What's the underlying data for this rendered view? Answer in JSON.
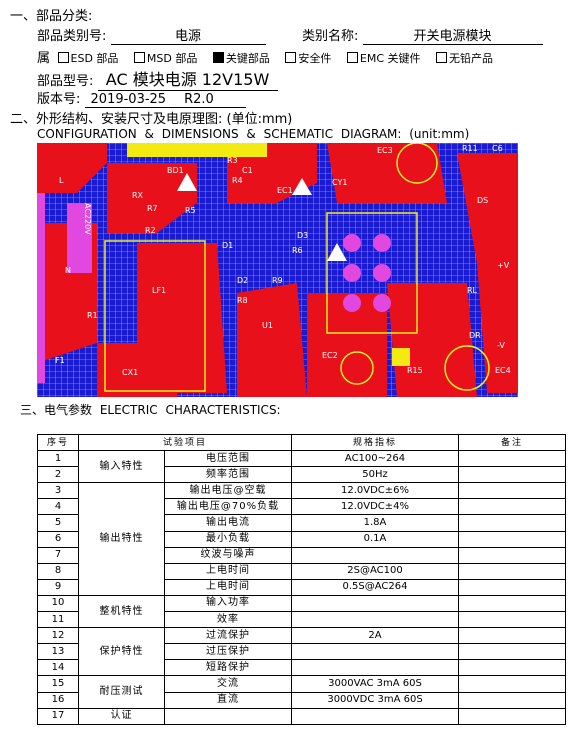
{
  "section1": {
    "title": "一、部品分类:"
  },
  "category": {
    "label": "部品类别号:",
    "value": "电源",
    "name_label": "类别名称:",
    "name_value": "开关电源模块"
  },
  "attributes": {
    "label": "属",
    "items": [
      {
        "text": "ESD 部品",
        "checked": false
      },
      {
        "text": "MSD 部品",
        "checked": false
      },
      {
        "text": "关键部品",
        "checked": true
      },
      {
        "text": "安全件",
        "checked": false
      },
      {
        "text": "EMC 关键件",
        "checked": false
      },
      {
        "text": "无铅产品",
        "checked": false
      }
    ]
  },
  "model": {
    "label": "部品型号:",
    "value": "AC 模块电源 12V15W"
  },
  "version": {
    "label": "版本号:",
    "date": "2019-03-25",
    "rev": "R2.0"
  },
  "section2": {
    "title": "二、外形结构、安装尺寸及电原理图: (单位:mm)",
    "subtitle": "CONFIGURATION & DIMENSIONS & SCHEMATIC DIAGRAM: (unit:mm)"
  },
  "pcb": {
    "labels": [
      "AC220V",
      "L",
      "N",
      "LF1",
      "R1",
      "F1",
      "CX1",
      "BD1",
      "RX",
      "R2",
      "R7",
      "C1",
      "R3",
      "R4",
      "EC1",
      "D1",
      "D2",
      "R9",
      "U1",
      "EC2",
      "R15",
      "CY1",
      "EC3",
      "R11",
      "C6",
      "DS",
      "RL",
      "DR",
      "EC4",
      "+V",
      "-V",
      "D3",
      "R5",
      "R6",
      "R8"
    ]
  },
  "section3": {
    "title": "三、电气参数 ELECTRIC CHARACTERISTICS:"
  },
  "table": {
    "headers": [
      "序号",
      "试验项目",
      "规格指标",
      "备注"
    ],
    "groups": [
      {
        "name": "输入特性",
        "start": 0,
        "span": 2
      },
      {
        "name": "输出特性",
        "start": 2,
        "span": 7
      },
      {
        "name": "整机特性",
        "start": 9,
        "span": 2
      },
      {
        "name": "保护特性",
        "start": 11,
        "span": 3
      },
      {
        "name": "耐压测试",
        "start": 14,
        "span": 2
      },
      {
        "name": "认证",
        "start": 16,
        "span": 1
      }
    ],
    "rows": [
      {
        "no": "1",
        "item": "电压范围",
        "spec": "AC100~264"
      },
      {
        "no": "2",
        "item": "频率范围",
        "spec": "50Hz"
      },
      {
        "no": "3",
        "item": "输出电压@空载",
        "spec": "12.0VDC±6%"
      },
      {
        "no": "4",
        "item": "输出电压@70%负载",
        "spec": "12.0VDC±4%"
      },
      {
        "no": "5",
        "item": "输出电流",
        "spec": "1.8A"
      },
      {
        "no": "6",
        "item": "最小负载",
        "spec": "0.1A"
      },
      {
        "no": "7",
        "item": "纹波与噪声",
        "spec": ""
      },
      {
        "no": "8",
        "item": "上电时间",
        "spec": "2S@AC100"
      },
      {
        "no": "9",
        "item": "上电时间",
        "spec": "0.5S@AC264"
      },
      {
        "no": "10",
        "item": "输入功率",
        "spec": ""
      },
      {
        "no": "11",
        "item": "效率",
        "spec": ""
      },
      {
        "no": "12",
        "item": "过流保护",
        "spec": "2A"
      },
      {
        "no": "13",
        "item": "过压保护",
        "spec": ""
      },
      {
        "no": "14",
        "item": "短路保护",
        "spec": ""
      },
      {
        "no": "15",
        "item": "交流",
        "spec": "3000VAC   3mA 60S"
      },
      {
        "no": "16",
        "item": "直流",
        "spec": "3000VDC   3mA 60S"
      },
      {
        "no": "17",
        "item": "",
        "spec": ""
      }
    ]
  }
}
